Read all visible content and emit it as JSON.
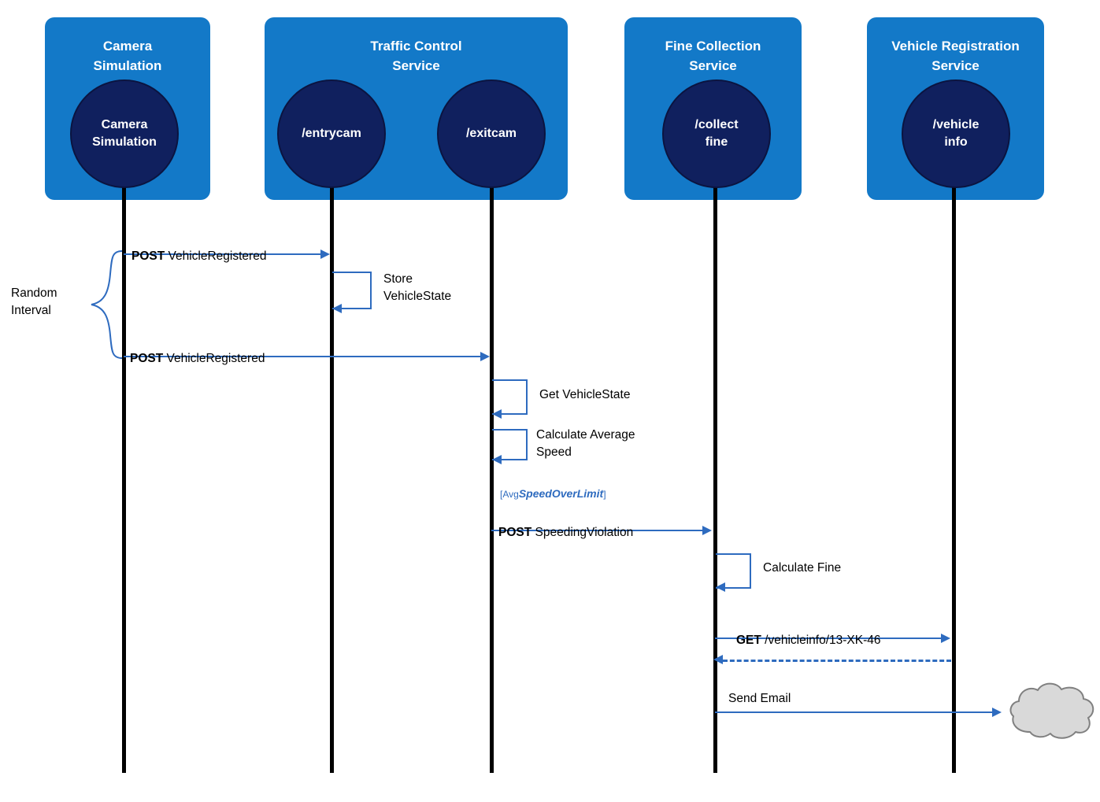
{
  "diagram": {
    "type": "sequence-diagram",
    "colors": {
      "service_box": "#1379c8",
      "endpoint_circle": "#10205e",
      "arrow": "#2e6bbf",
      "lifeline": "#000000",
      "guard_text": "#2e6bbf",
      "cloud_fill": "#d9d9d9",
      "cloud_stroke": "#808080"
    },
    "participants": [
      {
        "id": "camera",
        "title": "Camera\nSimulation",
        "endpoints": [
          "Camera\nSimulation"
        ]
      },
      {
        "id": "traffic",
        "title": "Traffic Control\nService",
        "endpoints": [
          "/entrycam",
          "/exitcam"
        ]
      },
      {
        "id": "fine",
        "title": "Fine Collection\nService",
        "endpoints": [
          "/collect\nfine"
        ]
      },
      {
        "id": "vehicle",
        "title": "Vehicle Registration\nService",
        "endpoints": [
          "/vehicle\ninfo"
        ]
      }
    ],
    "messages": [
      {
        "id": "m1",
        "bold": "POST",
        "text": " VehicleRegistered",
        "kind": "call",
        "from": "camera",
        "to": "entrycam"
      },
      {
        "id": "m2",
        "bold": "",
        "text": "Store\nVehicleState",
        "kind": "self",
        "on": "entrycam"
      },
      {
        "id": "m3",
        "bold": "POST",
        "text": " VehicleRegistered",
        "kind": "call",
        "from": "camera",
        "to": "exitcam"
      },
      {
        "id": "m4",
        "bold": "",
        "text": "Get VehicleState",
        "kind": "self",
        "on": "exitcam"
      },
      {
        "id": "m5",
        "bold": "",
        "text": "Calculate Average\nSpeed",
        "kind": "self",
        "on": "exitcam"
      },
      {
        "id": "m6",
        "bold": "POST",
        "text": " SpeedingViolation",
        "kind": "call",
        "from": "exitcam",
        "to": "collectfine",
        "guard": "AvgSpeedOverLimit"
      },
      {
        "id": "m7",
        "bold": "",
        "text": "Calculate Fine",
        "kind": "self",
        "on": "collectfine"
      },
      {
        "id": "m8",
        "bold": "GET",
        "text": " /vehicleinfo/13-XK-46",
        "kind": "call",
        "from": "collectfine",
        "to": "vehicleinfo"
      },
      {
        "id": "m9",
        "bold": "",
        "text": "",
        "kind": "return",
        "from": "vehicleinfo",
        "to": "collectfine"
      },
      {
        "id": "m10",
        "bold": "",
        "text": "Send Email",
        "kind": "call",
        "from": "collectfine",
        "to": "cloud"
      }
    ],
    "annotations": {
      "random_interval": "Random\nInterval",
      "guard_open_bracket": "[",
      "guard_close_bracket": "]",
      "guard_prefix": "Avg",
      "guard_body": "SpeedOverLimit"
    }
  }
}
